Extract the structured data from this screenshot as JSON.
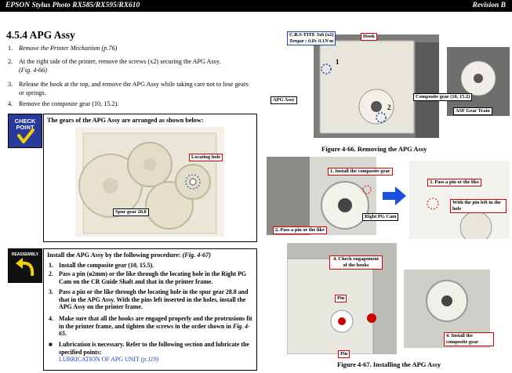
{
  "header": {
    "title": "EPSON Stylus Photo RX585/RX595/RX610",
    "revision": "Revision B"
  },
  "section": {
    "title": "4.5.4  APG Assy"
  },
  "steps": [
    {
      "num": "1.",
      "text": "Remove the Printer Mechanism (p.76)"
    },
    {
      "num": "2.",
      "text": "At the right side of the printer, remove the screws (x2) securing the APG Assy.",
      "ref": "(Fig. 4-66)"
    },
    {
      "num": "3.",
      "text": "Release the hook at the top, and remove the APG Assy while taking care not to lose gears or springs."
    },
    {
      "num": "4.",
      "text": "Remove the composite gear (10, 15.2)."
    }
  ],
  "check_point": {
    "icon_line1": "CHECK",
    "icon_line2": "POINT",
    "title": "The gears of the APG Assy are arranged as shown below:",
    "labels": {
      "locating_hole": "Locating hole",
      "spur_gear": "Spur gear 28.8"
    }
  },
  "reassembly": {
    "icon_label": "REASSEMBLY",
    "title": "Install the APG Assy by the following procedure:",
    "title_ref": "(Fig. 4-67)",
    "items": [
      {
        "num": "1.",
        "text": "Install the composite gear (10, 15.5)."
      },
      {
        "num": "2.",
        "text": "Pass a pin (ø2mm) or the like through the locating hole in the Right PG Cam on the CR Guide Shaft and that in the printer frame."
      },
      {
        "num": "3.",
        "text": "Pass a pin or the like through the locating hole in the spur gear 28.8 and that in the APG Assy. With the pins left inserted in the holes, install the APG Assy on the printer frame."
      },
      {
        "num": "4.",
        "text": "Make sure that all the hooks are engaged properly and the protrusions fit in the printer frame, and tighten the screws in the order shown in",
        "ref": "Fig. 4-65",
        "tail": "."
      }
    ],
    "bullet": {
      "symbol": "■",
      "text": "Lubrication is necessary. Refer to the following section and lubricate the specified points:",
      "link": "LUBRICATION OF APG UNIT",
      "link_ref": "(p.119)"
    }
  },
  "fig66": {
    "caption": "Figure 4-66.  Removing the APG Assy",
    "screw_line1": "C.B.S-TITE  3x6  (x2)",
    "screw_line2": "Torque : 0.8± 0.1N·m",
    "hook": "Hook",
    "apg": "APG Assy",
    "composite": "Composite gear (10, 15.2)",
    "asf": "ASF Gear Train",
    "n1": "1",
    "n2": "2"
  },
  "fig67": {
    "caption": "Figure 4-67.  Installing the APG Assy",
    "l1": "1. Install the composite gear",
    "l2": "2. Pass a pin or the like",
    "cam": "Right PG Cam",
    "l3": "3. Pass a pin or the like",
    "pin_left": "With the pin left in the hole",
    "l4": "4. Check engagement of the hooks",
    "pin1": "Pin",
    "pin2": "Pin",
    "l5": "4. Install the composite gear"
  }
}
